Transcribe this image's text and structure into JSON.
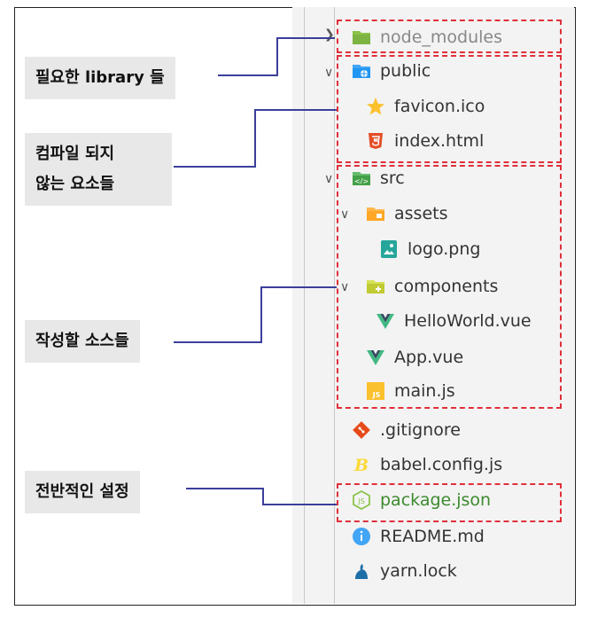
{
  "callouts": {
    "libraries": "필요한 library 들",
    "uncompiled_line1": "컴파일 되지",
    "uncompiled_line2": "않는 요소들",
    "sources": "작성할 소스들",
    "settings": "전반적인 설정"
  },
  "tree": {
    "node_modules": "node_modules",
    "public": "public",
    "favicon": "favicon.ico",
    "index_html": "index.html",
    "src": "src",
    "assets": "assets",
    "logo": "logo.png",
    "components": "components",
    "hello_world": "HelloWorld.vue",
    "app_vue": "App.vue",
    "main_js": "main.js",
    "gitignore": ".gitignore",
    "babel_config": "babel.config.js",
    "package_json": "package.json",
    "readme": "README.md",
    "yarn_lock": "yarn.lock"
  },
  "icons": {
    "node_modules": "folder-node-icon",
    "public": "folder-public-icon",
    "favicon": "star-icon",
    "index_html": "html5-icon",
    "src": "folder-src-icon",
    "assets": "folder-assets-icon",
    "logo": "image-file-icon",
    "components": "folder-components-icon",
    "hello_world": "vue-icon",
    "app_vue": "vue-icon",
    "main_js": "js-icon",
    "gitignore": "git-icon",
    "babel_config": "babel-icon",
    "package_json": "nodejs-icon",
    "readme": "info-icon",
    "yarn_lock": "yarn-icon"
  },
  "colors": {
    "highlight_border": "#e0303a",
    "connector": "#3b3f9a",
    "package_json_text": "#3c8a2e",
    "node_modules_text": "#888888"
  }
}
